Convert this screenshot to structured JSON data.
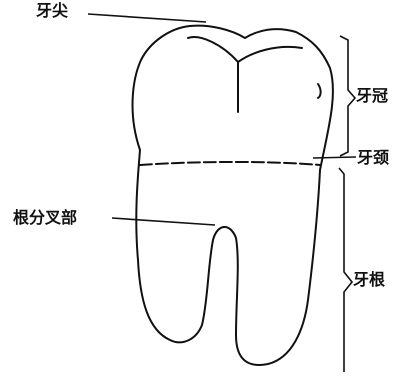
{
  "diagram": {
    "labels": {
      "tooth_tip": "牙尖",
      "crown": "牙冠",
      "neck": "牙颈",
      "root_fork": "根分叉部",
      "root": "牙根"
    }
  }
}
